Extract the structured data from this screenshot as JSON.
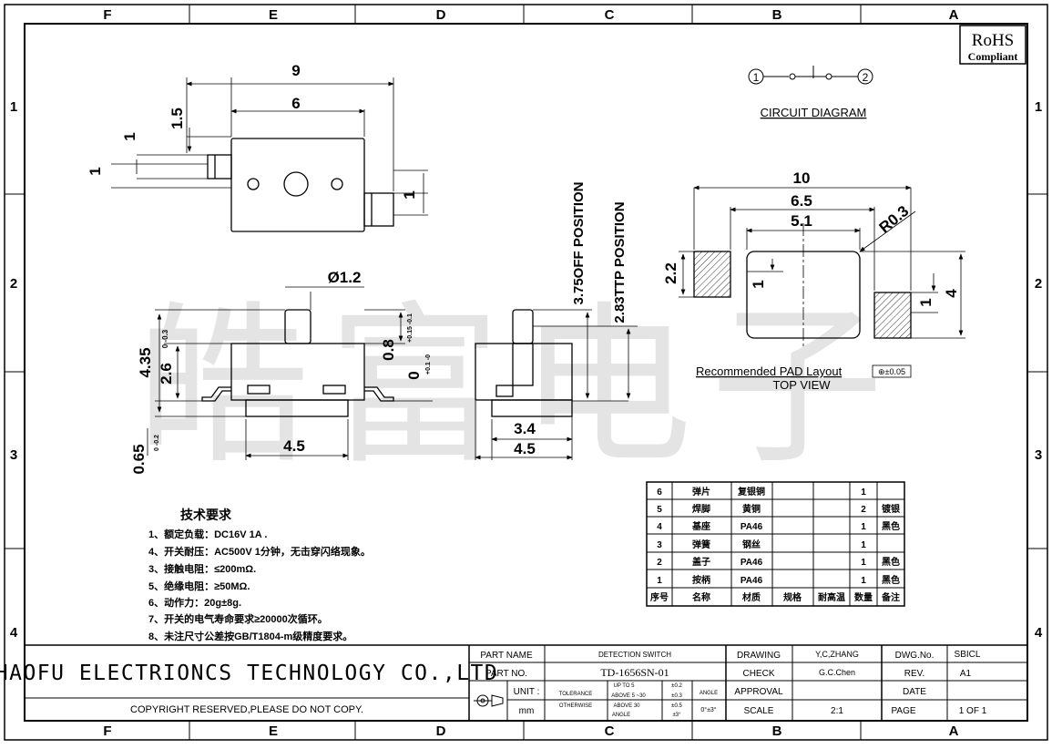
{
  "grid": {
    "columns": [
      "F",
      "E",
      "D",
      "C",
      "B",
      "A"
    ],
    "rows": [
      "1",
      "2",
      "3",
      "4"
    ]
  },
  "rohs": {
    "title": "RoHS",
    "subtitle": "Compliant"
  },
  "watermark": "皓富电子",
  "circuit": {
    "label": "CIRCUIT  DIAGRAM",
    "pin1": "1",
    "pin2": "2"
  },
  "top_view_dims": {
    "overall": "9",
    "body": "6",
    "lever": "1.5",
    "pin_a": "1",
    "pin_b": "1",
    "pin_c": "1"
  },
  "side_view_dims": {
    "shaft_dia": "Ø1.2",
    "height": "4.35",
    "height_tol": "0 -0.3",
    "body_h": "2.6",
    "travel": "0.8",
    "travel_tol": "+0.15 -0.1",
    "base": "0",
    "base_tol": "+0.1 -0",
    "foot": "0.65",
    "foot_tol": "0 -0.2",
    "width": "4.5"
  },
  "end_view_dims": {
    "off_position": "3.75OFF POSITION",
    "on_position": "2.83TTP POSITION",
    "inner": "3.4",
    "outer": "4.5"
  },
  "pad_layout": {
    "overall": "10",
    "span": "6.5",
    "body": "5.1",
    "radius": "R0.3",
    "pad_h": "2.2",
    "gap_a": "1",
    "gap_b": "1",
    "height": "4",
    "label": "Recommended PAD Layout",
    "tolerance": "⊕±0.05",
    "view": "TOP VIEW"
  },
  "requirements": {
    "title": "技术要求",
    "items": [
      "1、额定负载：DC16V 1A .",
      "4、开关耐压：AC500V 1分钟，无击穿闪络现象。",
      "3、接触电阻：≤200mΩ.",
      "5、绝缘电阻：≥50MΩ.",
      "6、动作力：20g±8g.",
      "7、开关的电气寿命要求≥20000次循环。",
      "8、未注尺寸公差按GB/T1804-m级精度要求。"
    ]
  },
  "bom": {
    "headers": [
      "序号",
      "名称",
      "材质",
      "规格",
      "耐高温",
      "数量",
      "备注"
    ],
    "rows": [
      [
        "6",
        "弹片",
        "复银铜",
        "",
        "",
        "1",
        ""
      ],
      [
        "5",
        "焊脚",
        "黄铜",
        "",
        "",
        "2",
        "镀银"
      ],
      [
        "4",
        "基座",
        "PA46",
        "",
        "",
        "1",
        "黑色"
      ],
      [
        "3",
        "弹簧",
        "钢丝",
        "",
        "",
        "1",
        ""
      ],
      [
        "2",
        "盖子",
        "PA46",
        "",
        "",
        "1",
        "黑色"
      ],
      [
        "1",
        "按柄",
        "PA46",
        "",
        "",
        "1",
        "黑色"
      ]
    ]
  },
  "title_block": {
    "company": "HAOFU ELECTRIONCS TECHNOLOGY CO.,LTD",
    "copyright": "COPYRIGHT RESERVED,PLEASE DO NOT COPY.",
    "part_name_label": "PART NAME",
    "part_name": "DETECTION SWITCH",
    "part_no_label": "PART NO.",
    "part_no": "TD-1656SN-01",
    "unit_label": "UNIT :",
    "unit": "mm",
    "tolerance_label": "TOLERANCE",
    "otherwise_label": "OTHERWISE",
    "tol_rows": [
      [
        "UP TO 5",
        "±0.2"
      ],
      [
        "ABOVE 5 ~30",
        "±0.3"
      ],
      [
        "ABOVE 30",
        "±0.5"
      ],
      [
        "ANGLE",
        "±3°"
      ]
    ],
    "angle_label": "ANGLE",
    "angle_tol": "0°±3°",
    "drawing_label": "DRAWING",
    "drawing": "Y,C,ZHANG",
    "check_label": "CHECK",
    "check": "G.C.Chen",
    "approval_label": "APPROVAL",
    "approval": "",
    "scale_label": "SCALE",
    "scale": "2:1",
    "dwg_label": "DWG.No.",
    "dwg": "SBICL",
    "rev_label": "REV.",
    "rev": "A1",
    "date_label": "DATE",
    "date": "",
    "page_label": "PAGE",
    "page": "1 OF 1"
  }
}
